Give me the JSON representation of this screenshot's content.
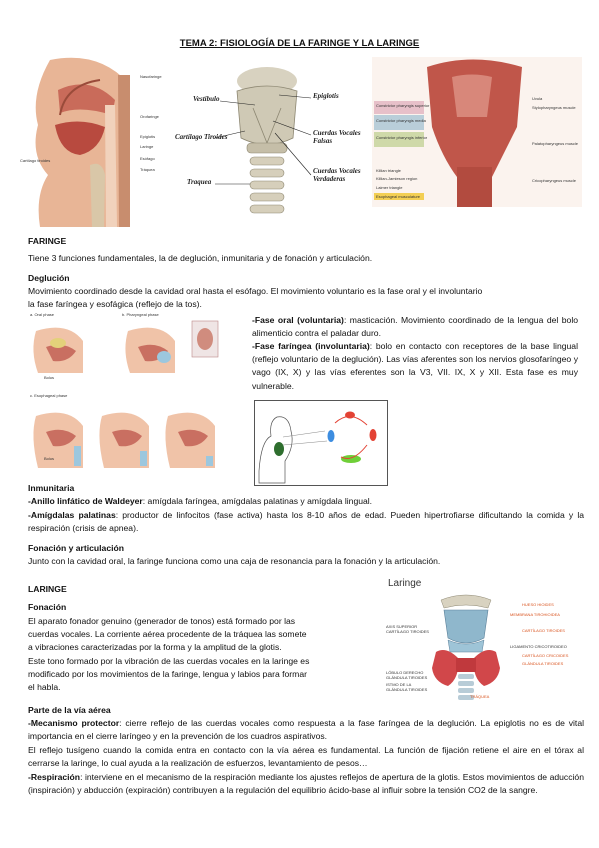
{
  "title": "TEMA 2: FISIOLOGÍA DE LA FARINGE Y LA LARINGE",
  "fig1": {
    "right_labels": [
      "Nasofaringe",
      "Orofaringe",
      "Epiglotis",
      "Laringe",
      "Esófago",
      "Tráquea"
    ],
    "left_label": "Cartílago tiroides"
  },
  "fig2": {
    "labels": [
      "Vestíbulo",
      "Epiglotis",
      "Cartílago Tiroides",
      "Cuerdas Vocales Falsas",
      "Cuerdas Vocales Verdaderas",
      "Traquea"
    ]
  },
  "fig3": {
    "left_labels": [
      "Constrictor pharyngis superior",
      "Constrictor pharyngis media",
      "Constrictor pharyngis inferior",
      "Killian triangle",
      "Killian-Jamieson region",
      "Laimer triangle",
      "Esophageal musculature"
    ],
    "right_labels": [
      "Uvula",
      "Stylopharyngeus muscle",
      "Palatopharyngeus muscle",
      "Cricopharyngeus muscle"
    ]
  },
  "faringe": {
    "heading": "FARINGE",
    "intro": "Tiene 3 funciones fundamentales, la de deglución, inmunitaria y de fonación y articulación.",
    "deglucion_heading": "Deglución",
    "deglucion_line1": "Movimiento coordinado desde la cavidad oral hasta el esófago. El movimiento voluntario es la fase oral y el involuntario",
    "deglucion_line2": "la fase faríngea y esofágica (reflejo de la tos).",
    "fase_oral_label": "-Fase oral (voluntaria)",
    "fase_oral_text": ": masticación. Movimiento coordinado de la lengua del bolo alimenticio contra el paladar duro.",
    "fase_faringea_label": "-Fase faríngea (involuntaria)",
    "fase_faringea_text": ": bolo en contacto con receptores de la base lingual (reflejo voluntario de la deglución). Las vías aferentes son los nervios glosofaríngeo y vago (IX, X) y las vías eferentes son la V3, VII. IX, X y XII. Esta fase es muy vulnerable.",
    "small_fig_labels": [
      "a. Oral phase",
      "b. Pharyngeal phase",
      "c. Esophageal phase",
      "Bolus",
      "Bolus"
    ],
    "inmunitaria_heading": "Inmunitaria",
    "anillo_label": "-Anillo linfático de Waldeyer",
    "anillo_text": ": amígdala faríngea, amígdalas palatinas y amígdala lingual.",
    "amigdalas_label": "-Amígdalas palatinas",
    "amigdalas_text": ": productor de linfocitos (fase activa) hasta los 8-10 años de edad. Pueden hipertrofiarse dificultando la comida y la respiración (crisis de apnea).",
    "fonacion_heading": "Fonación y articulación",
    "fonacion_text": "Junto con la cavidad oral, la faringe funciona como una caja de resonancia para la fonación y la articulación."
  },
  "laringe": {
    "heading": "LARINGE",
    "fonacion_heading": "Fonación",
    "fonacion_lines": [
      "El aparato fonador genuino (generador de tonos) está formado por las",
      "cuerdas vocales. La corriente aérea procedente de la tráquea las somete",
      "a vibraciones caracterizadas por la forma y la amplitud de la glotis.",
      "Este tono formado por la vibración de las cuerdas vocales en la laringe es",
      "modificado por los movimientos de la faringe, lengua y labios para formar",
      "el habla."
    ],
    "figure_title": "Laringe",
    "figure_right_labels": [
      "HUESO HIOIDES",
      "MEMBRANA TIROHIOIDEA",
      "CARTÍLAGO TIROIDES",
      "LIGAMENTO CRICOTIROIDEO",
      "CARTÍLAGO CRICOIDES",
      "GLÁNDULA TIROIDES",
      "TRÁQUEA"
    ],
    "figure_left_labels": [
      "AXIS SUPERIOR CARTÍLAGO TIROIDES",
      "LÓBULO DERECHO GLÁNDULA TIROIDES",
      "ISTMO DE LA GLÁNDULA TIROIDES"
    ],
    "via_heading": "Parte de la vía aérea",
    "mecanismo_label": "-Mecanismo protector",
    "mecanismo_text": ": cierre reflejo de las cuerdas vocales como respuesta a la fase faríngea de la deglución. La epiglotis no es de vital importancia en el cierre laríngeo y en la prevención de los cuadros aspirativos.",
    "reflejo_text": "El reflejo tusígeno cuando la comida entra en contacto con la vía aérea es fundamental. La función de fijación retiene el aire en el tórax al cerrarse la laringe, lo cual ayuda a la realización de esfuerzos, levantamiento de pesos…",
    "respiracion_label": "-Respiración",
    "respiracion_text": ": interviene en el mecanismo de la respiración mediante los ajustes reflejos de apertura de la glotis. Estos movimientos de aducción (inspiración) y abducción (expiración) contribuyen a la regulación del equilibrio ácido-base al influir sobre la tensión CO2 de la sangre."
  },
  "colors": {
    "muscle": "#c0564a",
    "cartilage": "#ddd6c4",
    "thyroid": "#d1474a",
    "orange_label": "#d9531e"
  }
}
